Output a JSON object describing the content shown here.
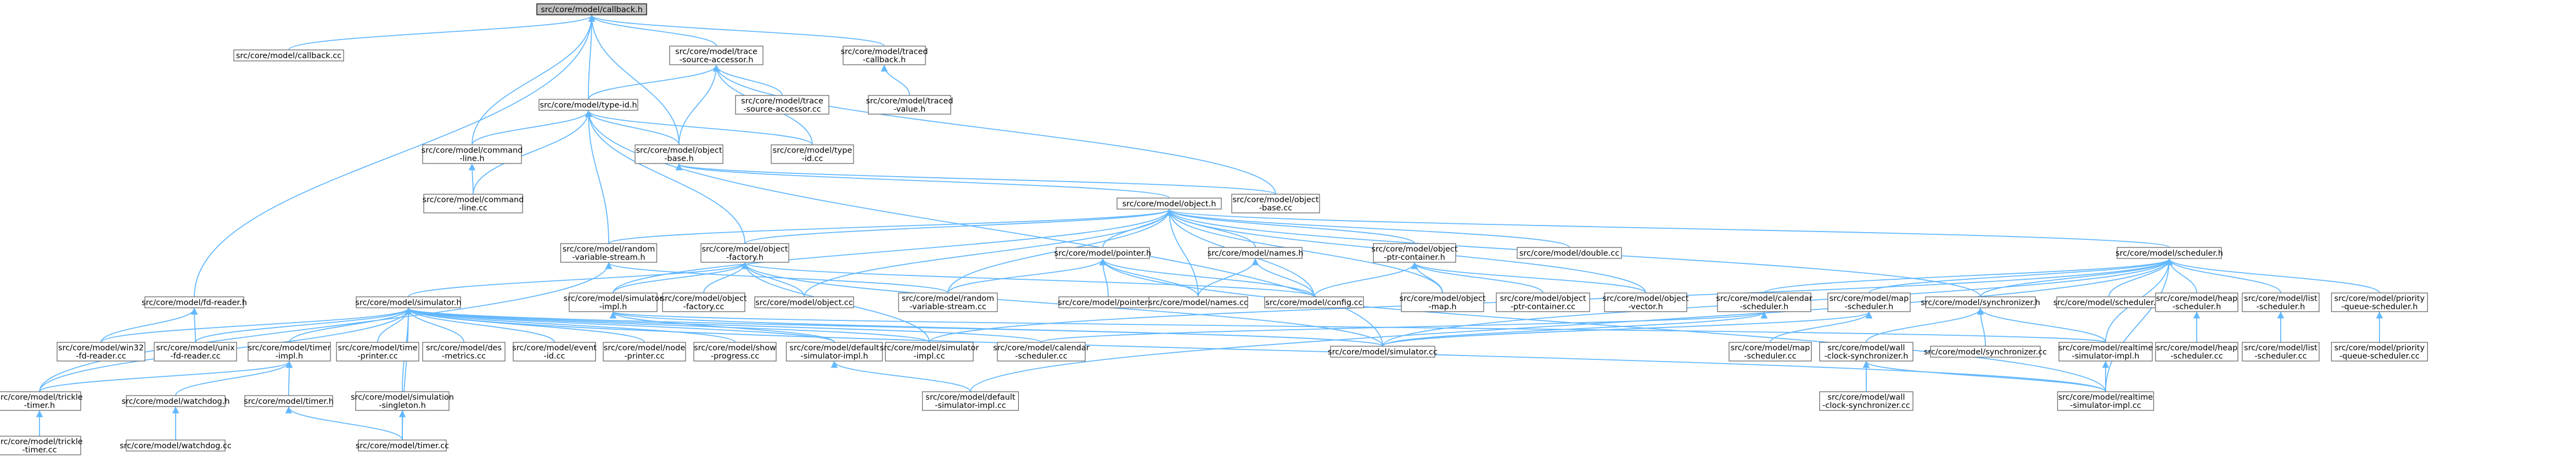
{
  "title": "src/core/model/callback.h",
  "colors": {
    "edge": "#63b8ff",
    "node_border": "#666666",
    "root_fill": "#bfbfbf"
  },
  "nodes": [
    {
      "id": "callback_h",
      "lines": [
        "src/core/model/callback.h"
      ],
      "root": true
    },
    {
      "id": "callback_cc",
      "lines": [
        "src/core/model/callback.cc"
      ]
    },
    {
      "id": "trace_src_acc_h",
      "lines": [
        "src/core/model/trace",
        "-source-accessor.h"
      ]
    },
    {
      "id": "traced_cb_h",
      "lines": [
        "src/core/model/traced",
        "-callback.h"
      ]
    },
    {
      "id": "type_id_h",
      "lines": [
        "src/core/model/type-id.h"
      ]
    },
    {
      "id": "trace_src_acc_cc",
      "lines": [
        "src/core/model/trace",
        "-source-accessor.cc"
      ]
    },
    {
      "id": "traced_value_h",
      "lines": [
        "src/core/model/traced",
        "-value.h"
      ]
    },
    {
      "id": "command_line_h",
      "lines": [
        "src/core/model/command",
        "-line.h"
      ]
    },
    {
      "id": "object_base_h",
      "lines": [
        "src/core/model/object",
        "-base.h"
      ]
    },
    {
      "id": "type_id_cc",
      "lines": [
        "src/core/model/type",
        "-id.cc"
      ]
    },
    {
      "id": "command_line_cc",
      "lines": [
        "src/core/model/command",
        "-line.cc"
      ]
    },
    {
      "id": "object_h",
      "lines": [
        "src/core/model/object.h"
      ]
    },
    {
      "id": "object_base_cc",
      "lines": [
        "src/core/model/object",
        "-base.cc"
      ]
    },
    {
      "id": "random_var_h",
      "lines": [
        "src/core/model/random",
        "-variable-stream.h"
      ]
    },
    {
      "id": "object_factory_h",
      "lines": [
        "src/core/model/object",
        "-factory.h"
      ]
    },
    {
      "id": "pointer_h",
      "lines": [
        "src/core/model/pointer.h"
      ]
    },
    {
      "id": "names_h",
      "lines": [
        "src/core/model/names.h"
      ]
    },
    {
      "id": "ptr_container_h",
      "lines": [
        "src/core/model/object",
        "-ptr-container.h"
      ]
    },
    {
      "id": "double_cc",
      "lines": [
        "src/core/model/double.cc"
      ]
    },
    {
      "id": "scheduler_h",
      "lines": [
        "src/core/model/scheduler.h"
      ]
    },
    {
      "id": "fd_reader_h",
      "lines": [
        "src/core/model/fd-reader.h"
      ]
    },
    {
      "id": "simulator_h",
      "lines": [
        "src/core/model/simulator.h"
      ]
    },
    {
      "id": "sim_impl_h",
      "lines": [
        "src/core/model/simulator",
        "-impl.h"
      ]
    },
    {
      "id": "obj_factory_cc",
      "lines": [
        "src/core/model/object",
        "-factory.cc"
      ]
    },
    {
      "id": "object_cc",
      "lines": [
        "src/core/model/object.cc"
      ]
    },
    {
      "id": "random_var_cc",
      "lines": [
        "src/core/model/random",
        "-variable-stream.cc"
      ]
    },
    {
      "id": "pointer_cc",
      "lines": [
        "src/core/model/pointer.cc"
      ]
    },
    {
      "id": "names_cc",
      "lines": [
        "src/core/model/names.cc"
      ]
    },
    {
      "id": "config_cc",
      "lines": [
        "src/core/model/config.cc"
      ]
    },
    {
      "id": "object_map_h",
      "lines": [
        "src/core/model/object",
        "-map.h"
      ]
    },
    {
      "id": "ptr_container_cc",
      "lines": [
        "src/core/model/object",
        "-ptr-container.cc"
      ]
    },
    {
      "id": "object_vector_h",
      "lines": [
        "src/core/model/object",
        "-vector.h"
      ]
    },
    {
      "id": "calendar_sch_h",
      "lines": [
        "src/core/model/calendar",
        "-scheduler.h"
      ]
    },
    {
      "id": "map_sch_h",
      "lines": [
        "src/core/model/map",
        "-scheduler.h"
      ]
    },
    {
      "id": "synchronizer_h",
      "lines": [
        "src/core/model/synchronizer.h"
      ]
    },
    {
      "id": "scheduler_cc",
      "lines": [
        "src/core/model/scheduler.cc"
      ]
    },
    {
      "id": "heap_sch_h",
      "lines": [
        "src/core/model/heap",
        "-scheduler.h"
      ]
    },
    {
      "id": "list_sch_h",
      "lines": [
        "src/core/model/list",
        "-scheduler.h"
      ]
    },
    {
      "id": "priority_sch_h",
      "lines": [
        "src/core/model/priority",
        "-queue-scheduler.h"
      ]
    },
    {
      "id": "win32_fd_cc",
      "lines": [
        "src/core/model/win32",
        "-fd-reader.cc"
      ]
    },
    {
      "id": "unix_fd_cc",
      "lines": [
        "src/core/model/unix",
        "-fd-reader.cc"
      ]
    },
    {
      "id": "timer_impl_h",
      "lines": [
        "src/core/model/timer",
        "-impl.h"
      ]
    },
    {
      "id": "time_printer_cc",
      "lines": [
        "src/core/model/time",
        "-printer.cc"
      ]
    },
    {
      "id": "des_metrics_cc",
      "lines": [
        "src/core/model/des",
        "-metrics.cc"
      ]
    },
    {
      "id": "event_id_cc",
      "lines": [
        "src/core/model/event",
        "-id.cc"
      ]
    },
    {
      "id": "node_printer_cc",
      "lines": [
        "src/core/model/node",
        "-printer.cc"
      ]
    },
    {
      "id": "show_progress_cc",
      "lines": [
        "src/core/model/show",
        "-progress.cc"
      ]
    },
    {
      "id": "default_sim_impl_h",
      "lines": [
        "src/core/model/default",
        "-simulator-impl.h"
      ]
    },
    {
      "id": "sim_impl_cc",
      "lines": [
        "src/core/model/simulator",
        "-impl.cc"
      ]
    },
    {
      "id": "calendar_sch_cc",
      "lines": [
        "src/core/model/calendar",
        "-scheduler.cc"
      ]
    },
    {
      "id": "simulator_cc",
      "lines": [
        "src/core/model/simulator.cc"
      ]
    },
    {
      "id": "map_sch_cc",
      "lines": [
        "src/core/model/map",
        "-scheduler.cc"
      ]
    },
    {
      "id": "wall_clock_h",
      "lines": [
        "src/core/model/wall",
        "-clock-synchronizer.h"
      ]
    },
    {
      "id": "synchronizer_cc",
      "lines": [
        "src/core/model/synchronizer.cc"
      ]
    },
    {
      "id": "realtime_impl_h",
      "lines": [
        "src/core/model/realtime",
        "-simulator-impl.h"
      ]
    },
    {
      "id": "heap_sch_cc",
      "lines": [
        "src/core/model/heap",
        "-scheduler.cc"
      ]
    },
    {
      "id": "list_sch_cc",
      "lines": [
        "src/core/model/list",
        "-scheduler.cc"
      ]
    },
    {
      "id": "priority_sch_cc",
      "lines": [
        "src/core/model/priority",
        "-queue-scheduler.cc"
      ]
    },
    {
      "id": "trickle_timer_h",
      "lines": [
        "src/core/model/trickle",
        "-timer.h"
      ]
    },
    {
      "id": "watchdog_h",
      "lines": [
        "src/core/model/watchdog.h"
      ]
    },
    {
      "id": "timer_h",
      "lines": [
        "src/core/model/timer.h"
      ]
    },
    {
      "id": "sim_singleton_h",
      "lines": [
        "src/core/model/simulation",
        "-singleton.h"
      ]
    },
    {
      "id": "default_sim_impl_cc",
      "lines": [
        "src/core/model/default",
        "-simulator-impl.cc"
      ]
    },
    {
      "id": "wall_clock_cc",
      "lines": [
        "src/core/model/wall",
        "-clock-synchronizer.cc"
      ]
    },
    {
      "id": "realtime_impl_cc",
      "lines": [
        "src/core/model/realtime",
        "-simulator-impl.cc"
      ]
    },
    {
      "id": "trickle_timer_cc",
      "lines": [
        "src/core/model/trickle",
        "-timer.cc"
      ]
    },
    {
      "id": "watchdog_cc",
      "lines": [
        "src/core/model/watchdog.cc"
      ]
    },
    {
      "id": "timer_cc",
      "lines": [
        "src/core/model/timer.cc"
      ]
    }
  ],
  "edges": [
    [
      "callback_h",
      "callback_cc"
    ],
    [
      "callback_h",
      "trace_src_acc_h"
    ],
    [
      "callback_h",
      "traced_cb_h"
    ],
    [
      "callback_h",
      "type_id_h"
    ],
    [
      "callback_h",
      "command_line_h"
    ],
    [
      "callback_h",
      "object_base_h"
    ],
    [
      "callback_h",
      "fd_reader_h"
    ],
    [
      "trace_src_acc_h",
      "type_id_h"
    ],
    [
      "trace_src_acc_h",
      "trace_src_acc_cc"
    ],
    [
      "trace_src_acc_h",
      "object_base_h"
    ],
    [
      "trace_src_acc_h",
      "type_id_cc"
    ],
    [
      "trace_src_acc_h",
      "object_base_cc"
    ],
    [
      "traced_cb_h",
      "traced_value_h"
    ],
    [
      "type_id_h",
      "command_line_h"
    ],
    [
      "type_id_h",
      "object_base_h"
    ],
    [
      "type_id_h",
      "type_id_cc"
    ],
    [
      "type_id_h",
      "command_line_cc"
    ],
    [
      "type_id_h",
      "random_var_h"
    ],
    [
      "type_id_h",
      "object_factory_h"
    ],
    [
      "type_id_h",
      "simulator_cc"
    ],
    [
      "command_line_h",
      "command_line_cc"
    ],
    [
      "object_base_h",
      "object_h"
    ],
    [
      "object_base_h",
      "object_base_cc"
    ],
    [
      "object_h",
      "random_var_h"
    ],
    [
      "object_h",
      "object_factory_h"
    ],
    [
      "object_h",
      "pointer_h"
    ],
    [
      "object_h",
      "names_h"
    ],
    [
      "object_h",
      "ptr_container_h"
    ],
    [
      "object_h",
      "double_cc"
    ],
    [
      "object_h",
      "scheduler_h"
    ],
    [
      "object_h",
      "object_cc"
    ],
    [
      "object_h",
      "config_cc"
    ],
    [
      "object_h",
      "names_cc"
    ],
    [
      "object_h",
      "sim_impl_h"
    ],
    [
      "object_h",
      "object_vector_h"
    ],
    [
      "object_h",
      "object_map_h"
    ],
    [
      "object_h",
      "synchronizer_h"
    ],
    [
      "object_h",
      "random_var_cc"
    ],
    [
      "random_var_h",
      "random_var_cc"
    ],
    [
      "random_var_h",
      "trickle_timer_h"
    ],
    [
      "object_factory_h",
      "simulator_h"
    ],
    [
      "object_factory_h",
      "sim_impl_h"
    ],
    [
      "object_factory_h",
      "obj_factory_cc"
    ],
    [
      "object_factory_h",
      "object_cc"
    ],
    [
      "object_factory_h",
      "config_cc"
    ],
    [
      "object_factory_h",
      "sim_impl_cc"
    ],
    [
      "object_factory_h",
      "simulator_cc"
    ],
    [
      "pointer_h",
      "random_var_cc"
    ],
    [
      "pointer_h",
      "pointer_cc"
    ],
    [
      "pointer_h",
      "config_cc"
    ],
    [
      "pointer_h",
      "names_cc"
    ],
    [
      "pointer_h",
      "realtime_impl_cc"
    ],
    [
      "names_h",
      "names_cc"
    ],
    [
      "names_h",
      "config_cc"
    ],
    [
      "ptr_container_h",
      "config_cc"
    ],
    [
      "ptr_container_h",
      "object_map_h"
    ],
    [
      "ptr_container_h",
      "ptr_container_cc"
    ],
    [
      "ptr_container_h",
      "object_vector_h"
    ],
    [
      "scheduler_h",
      "calendar_sch_h"
    ],
    [
      "scheduler_h",
      "map_sch_h"
    ],
    [
      "scheduler_h",
      "synchronizer_h"
    ],
    [
      "scheduler_h",
      "scheduler_cc"
    ],
    [
      "scheduler_h",
      "heap_sch_h"
    ],
    [
      "scheduler_h",
      "list_sch_h"
    ],
    [
      "scheduler_h",
      "priority_sch_h"
    ],
    [
      "scheduler_h",
      "simulator_cc"
    ],
    [
      "scheduler_h",
      "default_sim_impl_cc"
    ],
    [
      "scheduler_h",
      "realtime_impl_h"
    ],
    [
      "scheduler_h",
      "realtime_impl_cc"
    ],
    [
      "scheduler_h",
      "sim_impl_cc"
    ],
    [
      "fd_reader_h",
      "win32_fd_cc"
    ],
    [
      "fd_reader_h",
      "unix_fd_cc"
    ],
    [
      "simulator_h",
      "win32_fd_cc"
    ],
    [
      "simulator_h",
      "unix_fd_cc"
    ],
    [
      "simulator_h",
      "timer_impl_h"
    ],
    [
      "simulator_h",
      "time_printer_cc"
    ],
    [
      "simulator_h",
      "des_metrics_cc"
    ],
    [
      "simulator_h",
      "event_id_cc"
    ],
    [
      "simulator_h",
      "node_printer_cc"
    ],
    [
      "simulator_h",
      "show_progress_cc"
    ],
    [
      "simulator_h",
      "default_sim_impl_h"
    ],
    [
      "simulator_h",
      "sim_impl_cc"
    ],
    [
      "simulator_h",
      "calendar_sch_cc"
    ],
    [
      "simulator_h",
      "simulator_cc"
    ],
    [
      "simulator_h",
      "sim_singleton_h"
    ],
    [
      "simulator_h",
      "timer_cc"
    ],
    [
      "simulator_h",
      "trickle_timer_h"
    ],
    [
      "simulator_h",
      "realtime_impl_cc"
    ],
    [
      "sim_impl_h",
      "default_sim_impl_h"
    ],
    [
      "sim_impl_h",
      "simulator_cc"
    ],
    [
      "sim_impl_h",
      "realtime_impl_h"
    ],
    [
      "calendar_sch_h",
      "calendar_sch_cc"
    ],
    [
      "calendar_sch_h",
      "simulator_cc"
    ],
    [
      "map_sch_h",
      "map_sch_cc"
    ],
    [
      "map_sch_h",
      "simulator_cc"
    ],
    [
      "synchronizer_h",
      "wall_clock_h"
    ],
    [
      "synchronizer_h",
      "synchronizer_cc"
    ],
    [
      "synchronizer_h",
      "realtime_impl_h"
    ],
    [
      "heap_sch_h",
      "heap_sch_cc"
    ],
    [
      "list_sch_h",
      "list_sch_cc"
    ],
    [
      "priority_sch_h",
      "priority_sch_cc"
    ],
    [
      "timer_impl_h",
      "trickle_timer_h"
    ],
    [
      "timer_impl_h",
      "watchdog_h"
    ],
    [
      "timer_impl_h",
      "timer_h"
    ],
    [
      "default_sim_impl_h",
      "default_sim_impl_cc"
    ],
    [
      "wall_clock_h",
      "wall_clock_cc"
    ],
    [
      "wall_clock_h",
      "realtime_impl_cc"
    ],
    [
      "realtime_impl_h",
      "realtime_impl_cc"
    ],
    [
      "trickle_timer_h",
      "trickle_timer_cc"
    ],
    [
      "watchdog_h",
      "watchdog_cc"
    ],
    [
      "timer_h",
      "timer_cc"
    ],
    [
      "sim_singleton_h",
      "timer_cc"
    ]
  ]
}
